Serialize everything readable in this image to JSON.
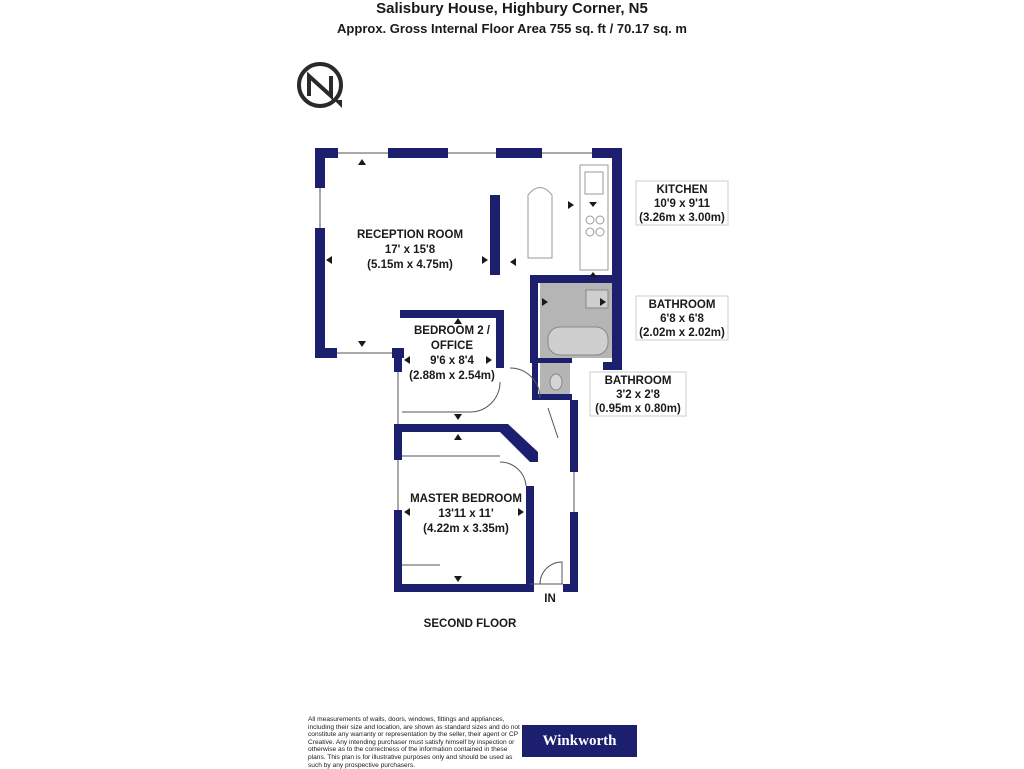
{
  "header": {
    "title": "Salisbury House, Highbury Corner, N5",
    "subtitle": "Approx. Gross Internal Floor Area 755 sq. ft / 70.17 sq. m"
  },
  "compass": {
    "icon": "north-arrow-icon"
  },
  "rooms": {
    "reception": {
      "name": "RECEPTION ROOM",
      "imperial": "17' x 15'8",
      "metric": "(5.15m x 4.75m)"
    },
    "bedroom2": {
      "name_line1": "BEDROOM 2 /",
      "name_line2": "OFFICE",
      "imperial": "9'6 x 8'4",
      "metric": "(2.88m x 2.54m)"
    },
    "master": {
      "name": "MASTER BEDROOM",
      "imperial": "13'11 x 11'",
      "metric": "(4.22m x 3.35m)"
    },
    "kitchen": {
      "name": "KITCHEN",
      "imperial": "10'9 x 9'11",
      "metric": "(3.26m x 3.00m)"
    },
    "bathroom": {
      "name": "BATHROOM",
      "imperial": "6'8 x 6'8",
      "metric": "(2.02m x 2.02m)"
    },
    "bathroom_small": {
      "name": "BATHROOM",
      "imperial": "3'2 x 2'8",
      "metric": "(0.95m x 0.80m)"
    }
  },
  "entrance": "IN",
  "floor_label": "SECOND FLOOR",
  "disclaimer": "All measurements of walls, doors, windows, fittings and appliances, including their size and location, are shown as standard sizes and do not constitute any warranty or representation by the seller, their agent or CP Creative. Any intending purchaser must satisfy himself by inspection or otherwise as to the correctness of the information contained in these plans. This plan is for illustrative purposes only and should be used as such by any prospective purchasers.",
  "brand": "Winkworth",
  "colors": {
    "wall": "#1b1f6e",
    "fixture": "#9a9a9a",
    "outline": "#555555"
  }
}
